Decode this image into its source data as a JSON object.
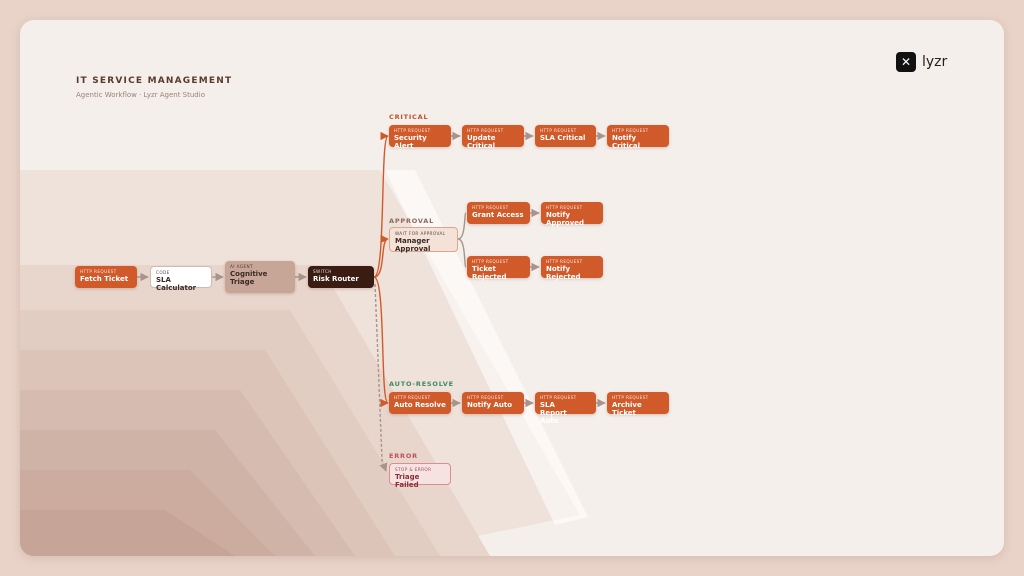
{
  "header": {
    "title": "IT SERVICE MANAGEMENT",
    "subtitle": "Agentic Workflow · Lyzr Agent Studio"
  },
  "brand": {
    "mark": "✕",
    "name": "lyzr"
  },
  "colors": {
    "background": "#e9d3c9",
    "card": "#f5efeb",
    "http_node": "#d05a2a",
    "switch_node": "#3a1c12",
    "agent_node": "#c8a697",
    "critical": "#c0502a",
    "approval": "#8a6a5c",
    "auto_resolve": "#3f8a5f",
    "error": "#c0505c"
  },
  "sections": {
    "critical": "CRITICAL",
    "approval": "APPROVAL",
    "auto_resolve": "AUTO-RESOLVE",
    "error": "ERROR"
  },
  "nodes": {
    "fetch_ticket": {
      "kind": "HTTP REQUEST",
      "name": "Fetch Ticket"
    },
    "sla_calculator": {
      "kind": "CODE",
      "name": "SLA Calculator"
    },
    "cognitive_triage": {
      "kind": "AI AGENT",
      "name": "Cognitive Triage"
    },
    "risk_router": {
      "kind": "SWITCH",
      "name": "Risk Router"
    },
    "security_alert": {
      "kind": "HTTP REQUEST",
      "name": "Security Alert"
    },
    "update_critical": {
      "kind": "HTTP REQUEST",
      "name": "Update Critical"
    },
    "sla_critical": {
      "kind": "HTTP REQUEST",
      "name": "SLA Critical"
    },
    "notify_critical": {
      "kind": "HTTP REQUEST",
      "name": "Notify Critical"
    },
    "manager_approval": {
      "kind": "WAIT FOR APPROVAL",
      "name": "Manager Approval"
    },
    "grant_access": {
      "kind": "HTTP REQUEST",
      "name": "Grant Access"
    },
    "notify_approved": {
      "kind": "HTTP REQUEST",
      "name": "Notify Approved"
    },
    "ticket_rejected": {
      "kind": "HTTP REQUEST",
      "name": "Ticket Rejected"
    },
    "notify_rejected": {
      "kind": "HTTP REQUEST",
      "name": "Notify Rejected"
    },
    "auto_resolve": {
      "kind": "HTTP REQUEST",
      "name": "Auto Resolve"
    },
    "notify_auto": {
      "kind": "HTTP REQUEST",
      "name": "Notify Auto"
    },
    "sla_report_auto": {
      "kind": "HTTP REQUEST",
      "name": "SLA Report Auto"
    },
    "archive_ticket": {
      "kind": "HTTP REQUEST",
      "name": "Archive Ticket"
    },
    "triage_failed": {
      "kind": "STOP & ERROR",
      "name": "Triage Failed"
    }
  }
}
